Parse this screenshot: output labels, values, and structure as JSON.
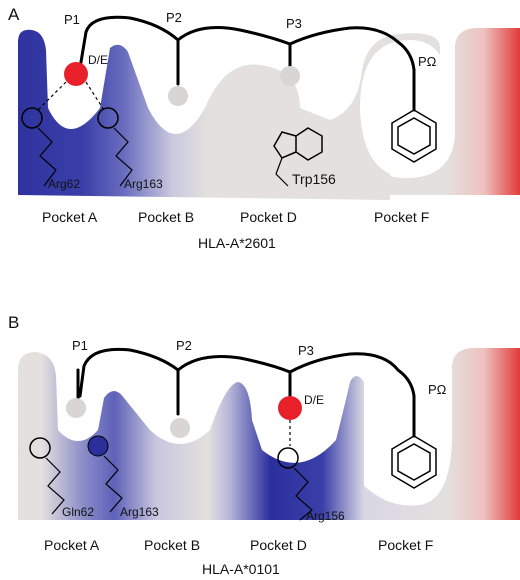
{
  "panel_a": {
    "letter": "A",
    "allele": "HLA-A*2601",
    "positions": [
      "P1",
      "P2",
      "P3",
      "PΩ"
    ],
    "anchor_label": "D/E",
    "residues": [
      "Arg62",
      "Arg163",
      "Trp156"
    ],
    "pockets": [
      "Pocket A",
      "Pocket B",
      "Pocket D",
      "Pocket F"
    ]
  },
  "panel_b": {
    "letter": "B",
    "allele": "HLA-A*0101",
    "positions": [
      "P1",
      "P2",
      "P3",
      "PΩ"
    ],
    "anchor_label": "D/E",
    "residues": [
      "Gln62",
      "Arg163",
      "Arg156"
    ],
    "pockets": [
      "Pocket A",
      "Pocket B",
      "Pocket D",
      "Pocket F"
    ]
  },
  "colors": {
    "groove_gray": "#e3e0de",
    "positive_blue": "#2b2f9c",
    "negative_red": "#e8202a",
    "pocket_f_red": "#e23a3a"
  }
}
